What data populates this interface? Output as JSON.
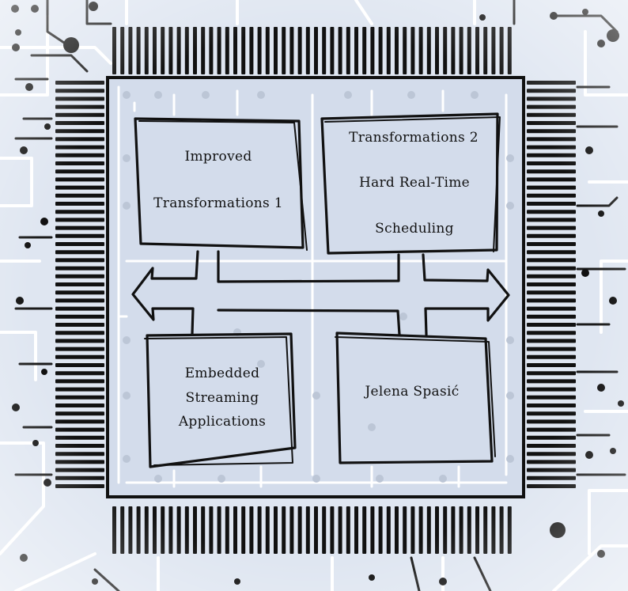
{
  "blocks": {
    "top_left": {
      "line1": "Improved",
      "line2": "Transformations 1"
    },
    "top_right": {
      "line1": "Transformations 2",
      "line2": "Hard Real-Time",
      "line3": "Scheduling"
    },
    "bottom_left": {
      "line1": "Embedded",
      "line2": "Streaming",
      "line3": "Applications"
    },
    "bottom_right": {
      "line1": "Jelena Spasić"
    }
  },
  "colors": {
    "background": "#dfe6f1",
    "die": "#d3dceb",
    "ink": "#111111",
    "trace": "#ffffff"
  }
}
